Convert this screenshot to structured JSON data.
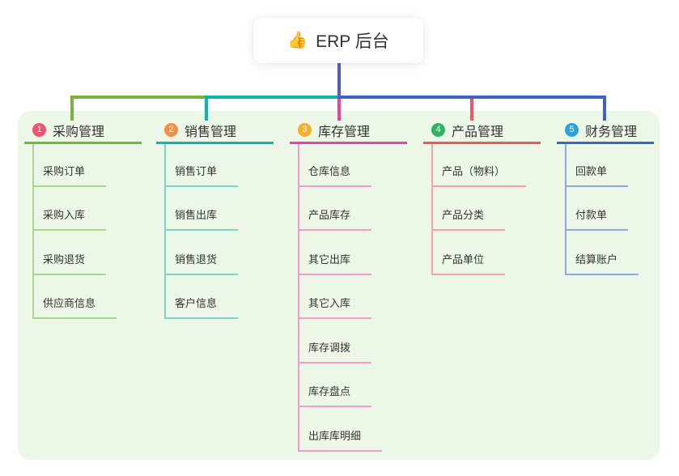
{
  "root": {
    "icon": "👍",
    "label": "ERP 后台"
  },
  "colors": {
    "page_bg": "#ffffff",
    "panel_bg": "#edf7e7",
    "root_line": "#4d5cc9",
    "text": "#333333"
  },
  "branches": [
    {
      "num": "1",
      "label": "采购管理",
      "badge_color": "#f4516c",
      "line_color": "#76b43e",
      "child_line_color": "#a8d78d",
      "children": [
        "采购订单",
        "采购入库",
        "采购退货",
        "供应商信息"
      ]
    },
    {
      "num": "2",
      "label": "销售管理",
      "badge_color": "#f78e3d",
      "line_color": "#0db5af",
      "child_line_color": "#7ed2cb",
      "children": [
        "销售订单",
        "销售出库",
        "销售退货",
        "客户信息"
      ]
    },
    {
      "num": "3",
      "label": "库存管理",
      "badge_color": "#f7af2a",
      "line_color": "#e9439c",
      "child_line_color": "#f49cc8",
      "children": [
        "仓库信息",
        "产品库存",
        "其它出库",
        "其它入库",
        "库存调拨",
        "库存盘点",
        "出库库明细"
      ]
    },
    {
      "num": "4",
      "label": "产品管理",
      "badge_color": "#2db563",
      "line_color": "#f2555f",
      "child_line_color": "#f8a0a4",
      "children": [
        "产品（物料）",
        "产品分类",
        "产品单位"
      ]
    },
    {
      "num": "5",
      "label": "财务管理",
      "badge_color": "#2aa1dd",
      "line_color": "#3e63c8",
      "child_line_color": "#8fa7e2",
      "children": [
        "回款单",
        "付款单",
        "结算账户"
      ]
    }
  ]
}
